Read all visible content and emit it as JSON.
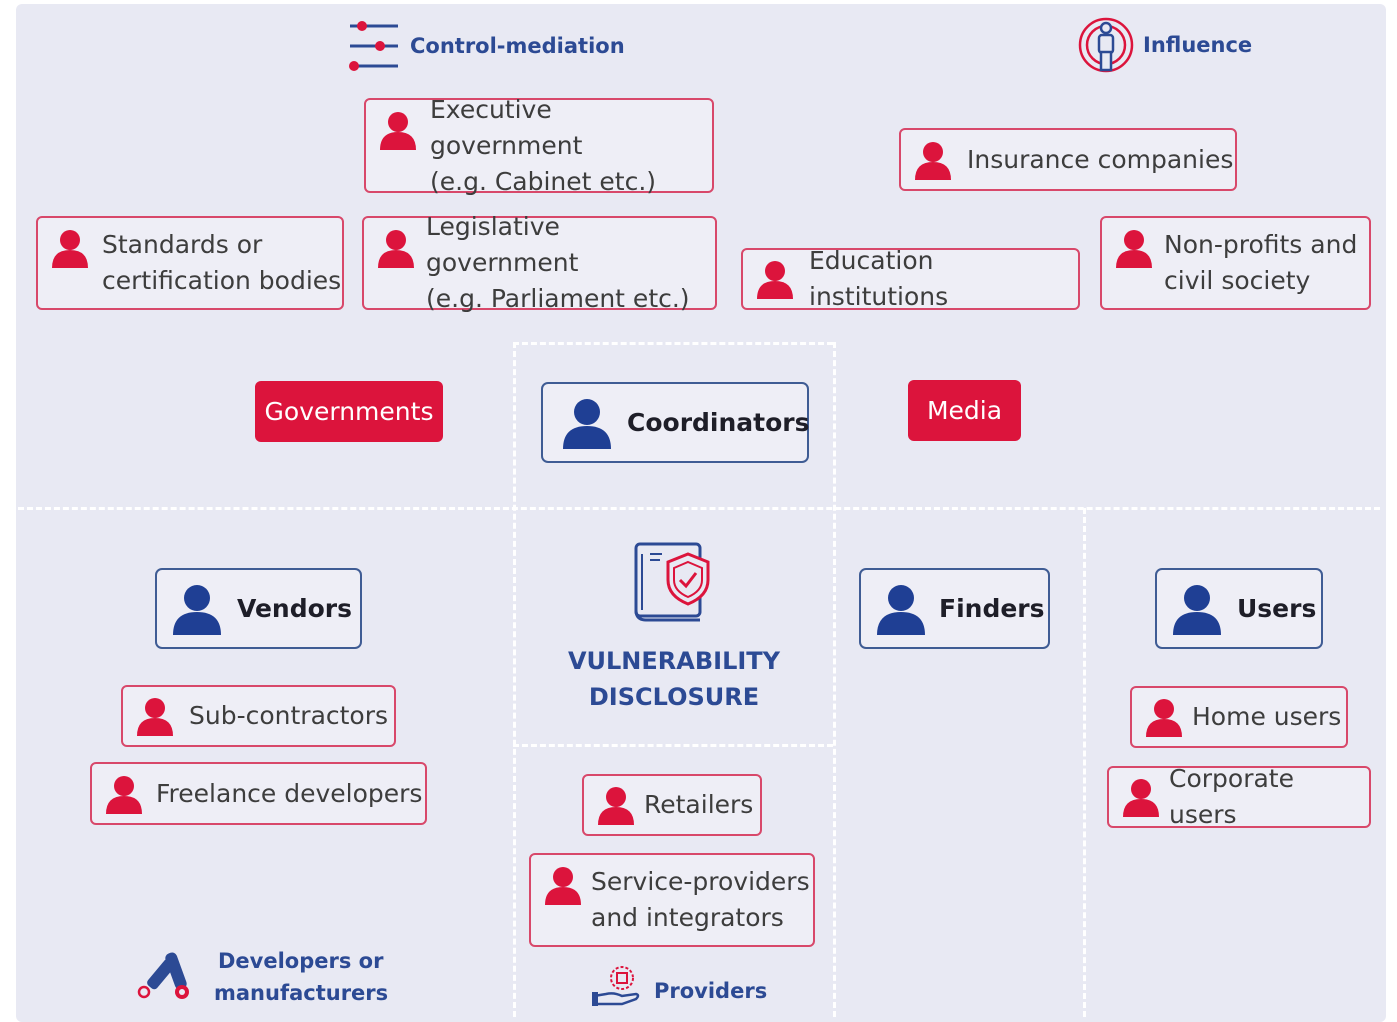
{
  "legend": {
    "control_mediation": "Control-mediation",
    "influence": "Influence"
  },
  "center": {
    "title_line1": "VULNERABILITY",
    "title_line2": "DISCLOSURE"
  },
  "solid_boxes": {
    "governments": "Governments",
    "media": "Media"
  },
  "main_actors": {
    "coordinators": "Coordinators",
    "vendors": "Vendors",
    "finders": "Finders",
    "users": "Users"
  },
  "sub_actors": {
    "executive_government": "Executive government\n(e.g. Cabinet etc.)",
    "insurance_companies": "Insurance companies",
    "standards_bodies": "Standards or\ncertification bodies",
    "legislative_government": "Legislative government\n(e.g. Parliament etc.)",
    "education_institutions": "Education institutions",
    "non_profits": "Non-profits and\ncivil society",
    "sub_contractors": "Sub-contractors",
    "freelance_developers": "Freelance developers",
    "retailers": "Retailers",
    "service_providers": "Service-providers\nand integrators",
    "home_users": "Home users",
    "corporate_users": "Corporate users"
  },
  "categories": {
    "developers_line1": "Developers or",
    "developers_line2": "manufacturers",
    "providers": "Providers"
  },
  "colors": {
    "accent_red": "#dc143c",
    "box_border_pink": "#d8486a",
    "navy": "#2c4a94",
    "panel_bg": "#e8e9f3"
  },
  "icons": {
    "person": "person-icon",
    "control": "control-mediation-icon",
    "influence": "influence-icon",
    "book": "book-shield-icon",
    "tools": "tools-icon",
    "hand": "hand-icon"
  }
}
